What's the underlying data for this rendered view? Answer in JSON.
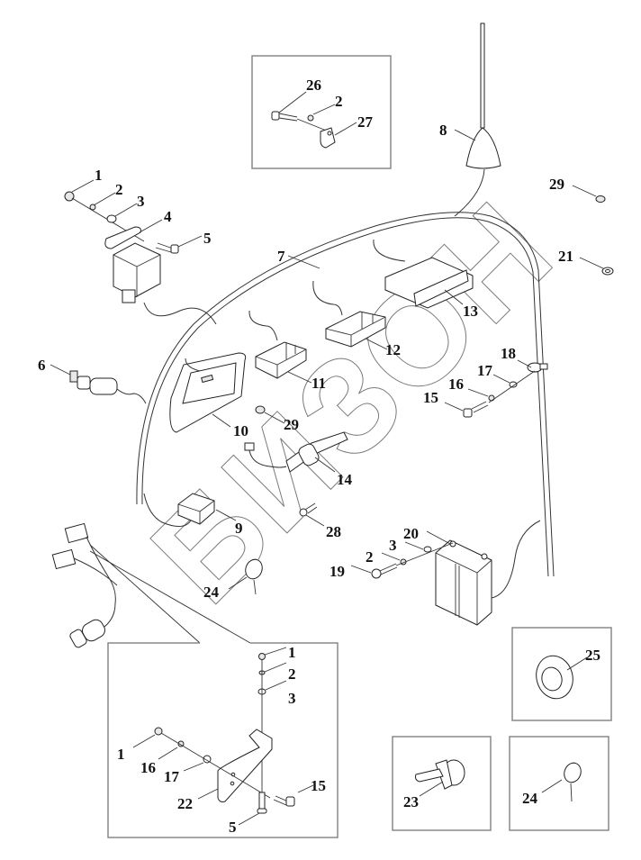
{
  "diagram": {
    "title": "",
    "watermark": "БИЗОН",
    "colors": {
      "line": "#222222",
      "label": "#111111",
      "inset_border": "#888888",
      "watermark": "#7a7a7a"
    },
    "callouts": {
      "inset_top": {
        "c26": "26",
        "c2": "2",
        "c27": "27"
      },
      "relay": {
        "c1": "1",
        "c2": "2",
        "c3": "3",
        "c4": "4",
        "c5": "5"
      },
      "antenna": {
        "c8": "8"
      },
      "loose": {
        "c29a": "29",
        "c21": "21"
      },
      "harness": {
        "c7": "7"
      },
      "ignition": {
        "c6": "6"
      },
      "dash": {
        "c10": "10",
        "c11": "11",
        "c12": "12",
        "c13": "13",
        "c29b": "29",
        "c14": "14",
        "c9": "9",
        "c28": "28",
        "c24": "24"
      },
      "clamp": {
        "c18": "18",
        "c17": "17",
        "c16": "16",
        "c15": "15"
      },
      "fusebox": {
        "c20": "20",
        "c3": "3",
        "c2": "2",
        "c19": "19"
      },
      "inset_bracket": {
        "c1a": "1",
        "c2": "2",
        "c3": "3",
        "c1b": "1",
        "c16": "16",
        "c17": "17",
        "c22": "22",
        "c15": "15",
        "c5": "5"
      },
      "inset_grommet": {
        "c25": "25"
      },
      "inset_clip": {
        "c23": "23"
      },
      "inset_tie": {
        "c24": "24"
      }
    }
  }
}
